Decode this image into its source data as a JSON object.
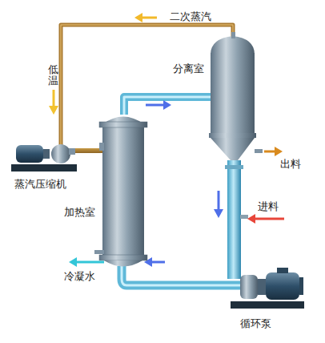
{
  "diagram": {
    "labels": [
      "二次蒸汽",
      "分离室",
      "低温",
      "蒸汽压缩机",
      "加热室",
      "出料",
      "进料",
      "冷凝水",
      "循环泵"
    ]
  }
}
